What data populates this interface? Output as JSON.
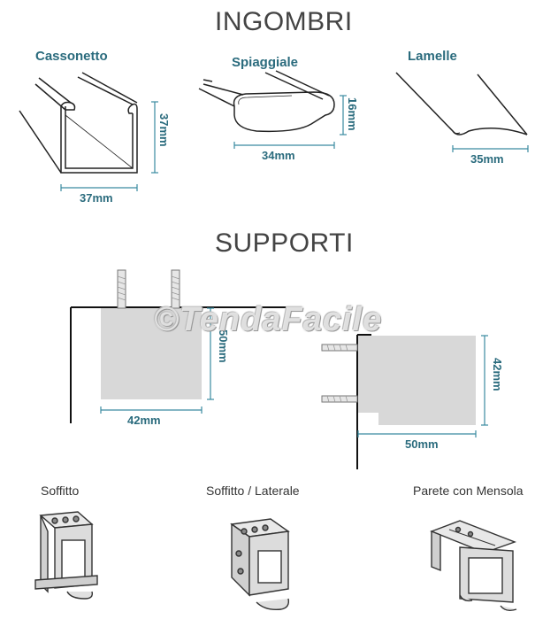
{
  "ingombri": {
    "title": "INGOMBRI",
    "cassonetto": {
      "label": "Cassonetto",
      "height": "37mm",
      "width": "37mm"
    },
    "spiaggiale": {
      "label": "Spiaggiale",
      "height": "16mm",
      "width": "34mm"
    },
    "lamelle": {
      "label": "Lamelle",
      "width": "35mm"
    }
  },
  "supporti": {
    "title": "SUPPORTI",
    "watermark": "©TendaFacile",
    "ceiling": {
      "height": "50mm",
      "width": "42mm"
    },
    "wall": {
      "height": "42mm",
      "width": "50mm"
    },
    "brackets": [
      {
        "label": "Soffitto"
      },
      {
        "label": "Soffitto / Laterale"
      },
      {
        "label": "Parete con Mensola"
      }
    ]
  },
  "colors": {
    "dimension_text": "#2a6b7d",
    "dimension_line": "#3a8aa0",
    "fill_gray": "#d8d8d8"
  }
}
